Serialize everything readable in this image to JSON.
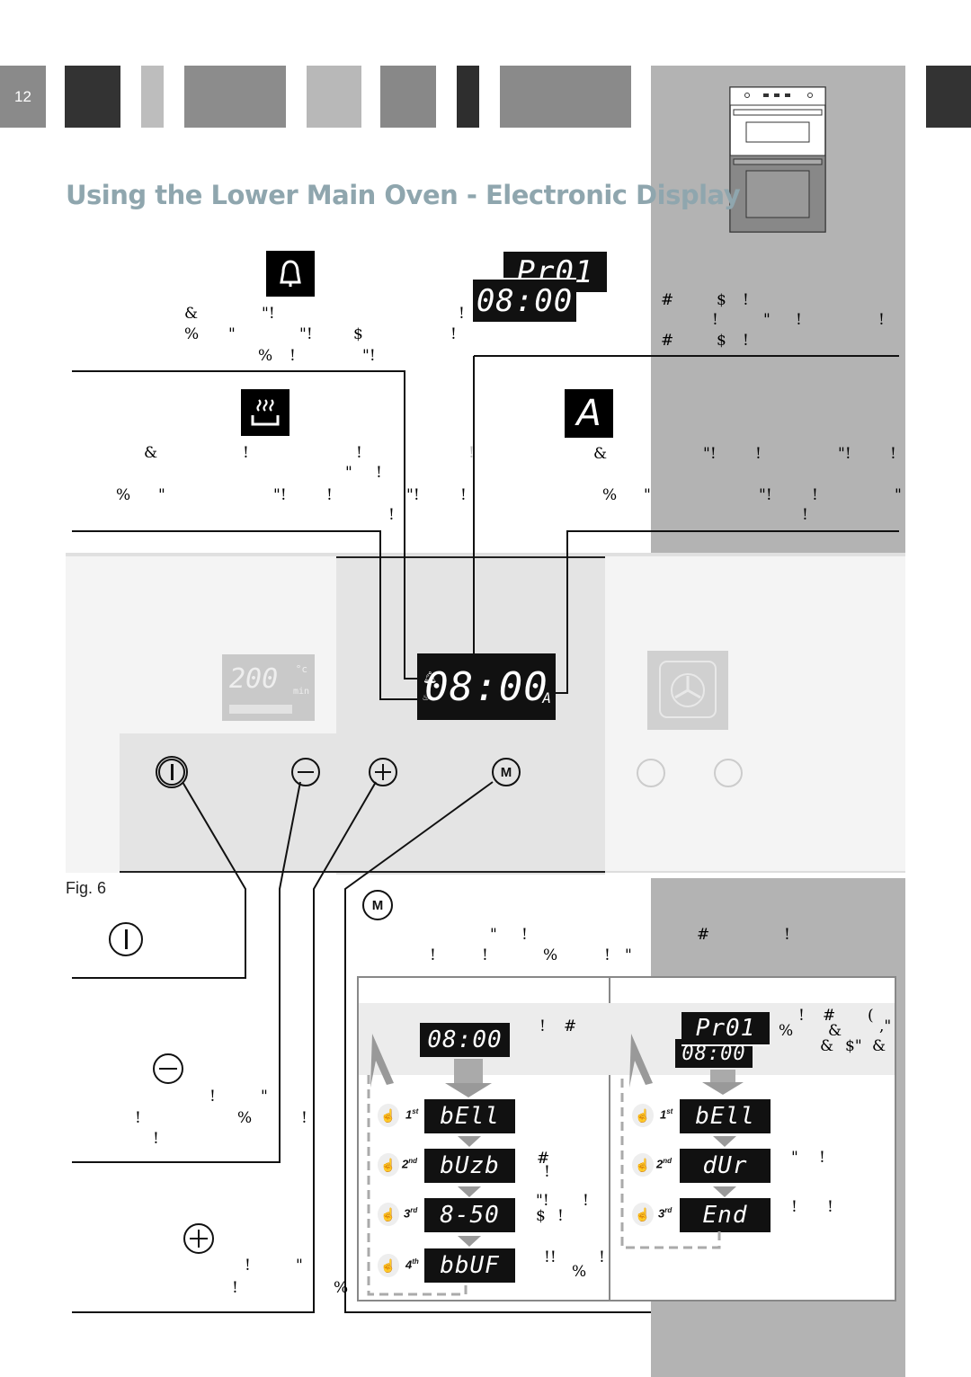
{
  "page": {
    "number": "12"
  },
  "title": "Using the Lower Main Oven - Electronic Display",
  "figure_label": "Fig. 6",
  "colors": {
    "title": "#8fa6ae",
    "gray_panel": "#b3b3b3",
    "panel_light": "#e6e6e6"
  },
  "icons": {
    "bell": "bell-icon",
    "keep_warm": "keep-warm-icon",
    "auto": "auto-icon",
    "power": "power-button-icon",
    "minus": "minus-button-icon",
    "plus": "plus-button-icon",
    "mode": "mode-button-icon"
  },
  "glyphs": {
    "bell_text": [
      "&",
      "\"!",
      "!",
      "%",
      "\"",
      "\"!",
      "$",
      "!",
      "%",
      "!",
      "\"!"
    ],
    "warm_text": [
      "&",
      "!",
      "!",
      "!",
      "\"",
      "!",
      "%",
      "\"",
      "\"!",
      "!",
      "\"!",
      "!",
      "!"
    ],
    "auto_text": [
      "&",
      "\"!",
      "!",
      "\"!",
      "!",
      "%",
      "\"",
      "\"!",
      "!",
      "\"",
      "!"
    ],
    "prog_text": [
      "#",
      "$",
      "!",
      "!",
      "\"",
      "!",
      "!",
      "#",
      "$",
      "!"
    ],
    "mode_text": [
      "\"",
      "!",
      "#",
      "!",
      "!",
      "!",
      "%",
      "!",
      "\""
    ],
    "minus_text": [
      "!",
      "\"",
      "!",
      "%",
      "!",
      "!"
    ],
    "plus_text": [
      "!",
      "\"",
      "!",
      "%"
    ],
    "table_left_text": [
      "!",
      "#",
      "#",
      "!",
      "\"!",
      "!",
      "$",
      "!",
      "!!",
      "!",
      "%"
    ],
    "table_right_text": [
      "!",
      "#",
      "(",
      ",\"",
      "%",
      "&",
      "&",
      "$\"",
      "&",
      "\"",
      "!",
      "!",
      "!"
    ]
  },
  "displays": {
    "main_time": "08:00",
    "left_temp": "200",
    "left_temp_unit": "°c",
    "left_temp_min": "min",
    "prog_top": "Pr01",
    "prog_bottom": "08:00",
    "table_left_header": "08:00",
    "table_left_rows": [
      "bEll",
      "bUzb",
      "8-50",
      "bbUF"
    ],
    "table_right_header": "Pr01",
    "table_right_header_sub": "08:00",
    "table_right_rows": [
      "bEll",
      "dUr",
      "End"
    ],
    "mark_a": "A"
  },
  "order_labels": [
    {
      "n": "1",
      "s": "st"
    },
    {
      "n": "2",
      "s": "nd"
    },
    {
      "n": "3",
      "s": "rd"
    },
    {
      "n": "4",
      "s": "th"
    }
  ]
}
